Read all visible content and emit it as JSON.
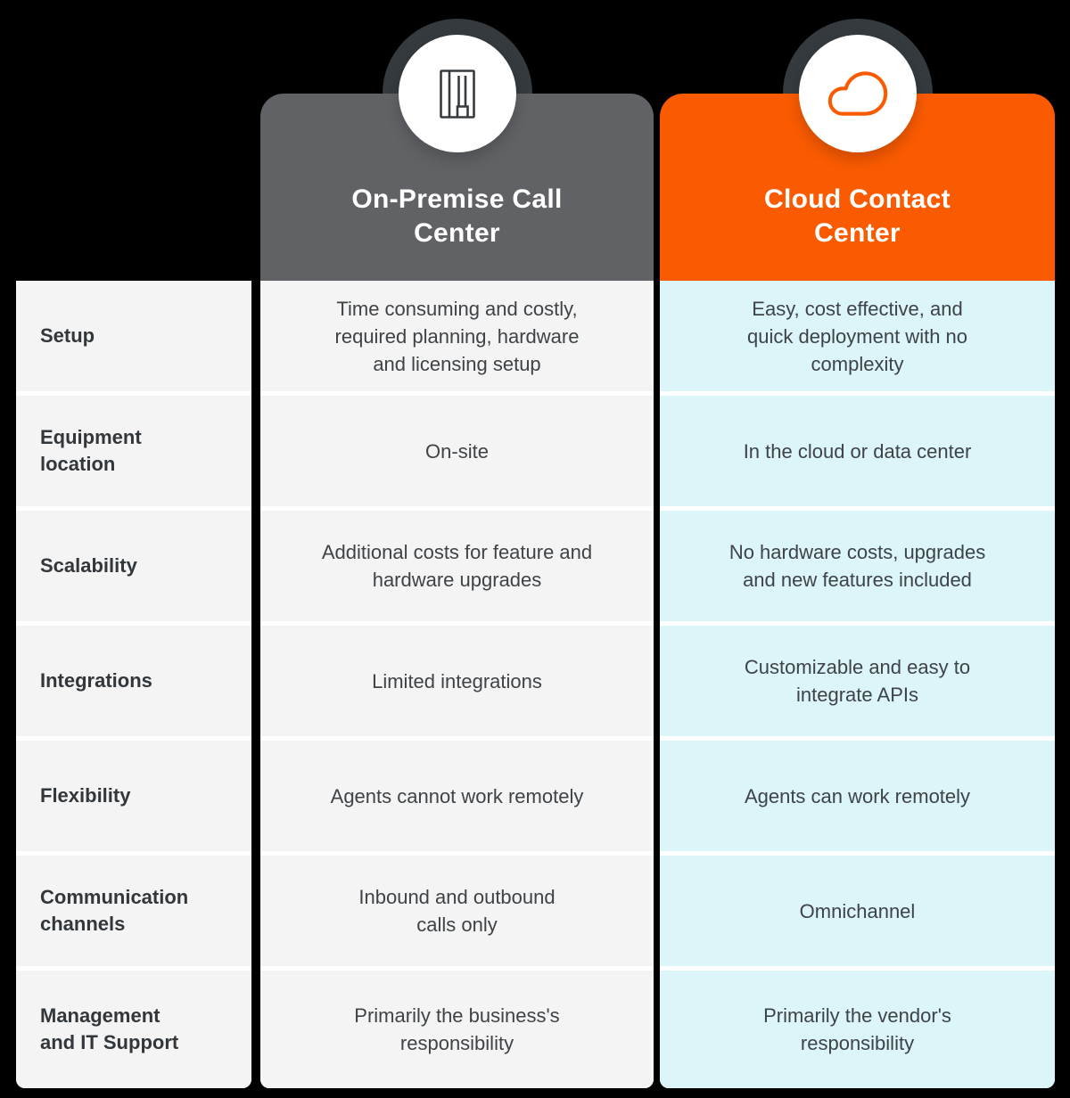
{
  "table": {
    "columns": [
      {
        "key": "onprem",
        "title": "On-Premise Call\nCenter",
        "icon": "building-icon",
        "header_color": "#606266"
      },
      {
        "key": "cloud",
        "title": "Cloud Contact\nCenter",
        "icon": "cloud-icon",
        "header_color": "#fa5b00"
      }
    ],
    "rows": [
      {
        "label": "Setup",
        "onprem": "Time consuming and costly,\nrequired planning, hardware\nand licensing setup",
        "cloud": "Easy, cost effective, and\nquick deployment with no\ncomplexity"
      },
      {
        "label": "Equipment\nlocation",
        "onprem": "On-site",
        "cloud": "In the cloud or data center"
      },
      {
        "label": "Scalability",
        "onprem": "Additional costs for feature and\nhardware upgrades",
        "cloud": "No hardware costs, upgrades\nand new features included"
      },
      {
        "label": "Integrations",
        "onprem": "Limited integrations",
        "cloud": "Customizable and easy to\nintegrate APIs"
      },
      {
        "label": "Flexibility",
        "onprem": "Agents cannot work remotely",
        "cloud": "Agents can work remotely"
      },
      {
        "label": "Communication\nchannels",
        "onprem": "Inbound and outbound\ncalls only",
        "cloud": "Omnichannel"
      },
      {
        "label": "Management\nand IT Support",
        "onprem": "Primarily the business's\nresponsibility",
        "cloud": "Primarily the vendor's\nresponsibility"
      }
    ]
  },
  "colors": {
    "background": "#000000",
    "accent_orange": "#fa5b00",
    "header_gray": "#606266",
    "ring_charcoal": "#343a3e",
    "cell_gray": "#f4f4f4",
    "cell_cyan": "#dcf5f8",
    "label_text": "#32373b",
    "body_text": "#3e4347",
    "separator": "#ffffff",
    "icon_charcoal": "#363b3f"
  }
}
